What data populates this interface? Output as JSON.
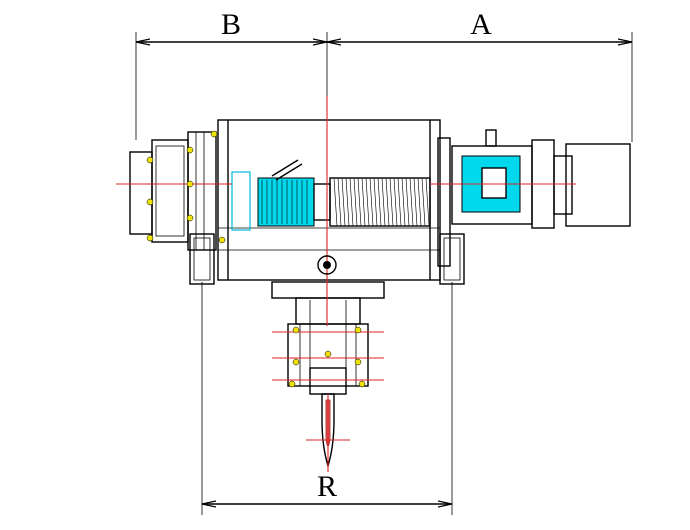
{
  "dimensions": {
    "a_label": "A",
    "b_label": "B",
    "r_label": "R"
  },
  "colors": {
    "line": "#000000",
    "centerline": "#e02020",
    "motor_highlight": "#00d0e8",
    "bolt": "#f0e000",
    "background": "#ffffff"
  }
}
